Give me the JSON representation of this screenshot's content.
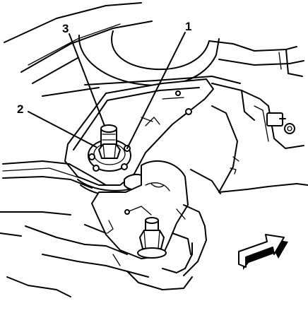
{
  "callouts": [
    {
      "id": "1",
      "text": "1"
    },
    {
      "id": "2",
      "text": "2"
    },
    {
      "id": "3",
      "text": "3"
    }
  ],
  "icons": {
    "direction_arrow": "front-direction-arrow-icon"
  }
}
